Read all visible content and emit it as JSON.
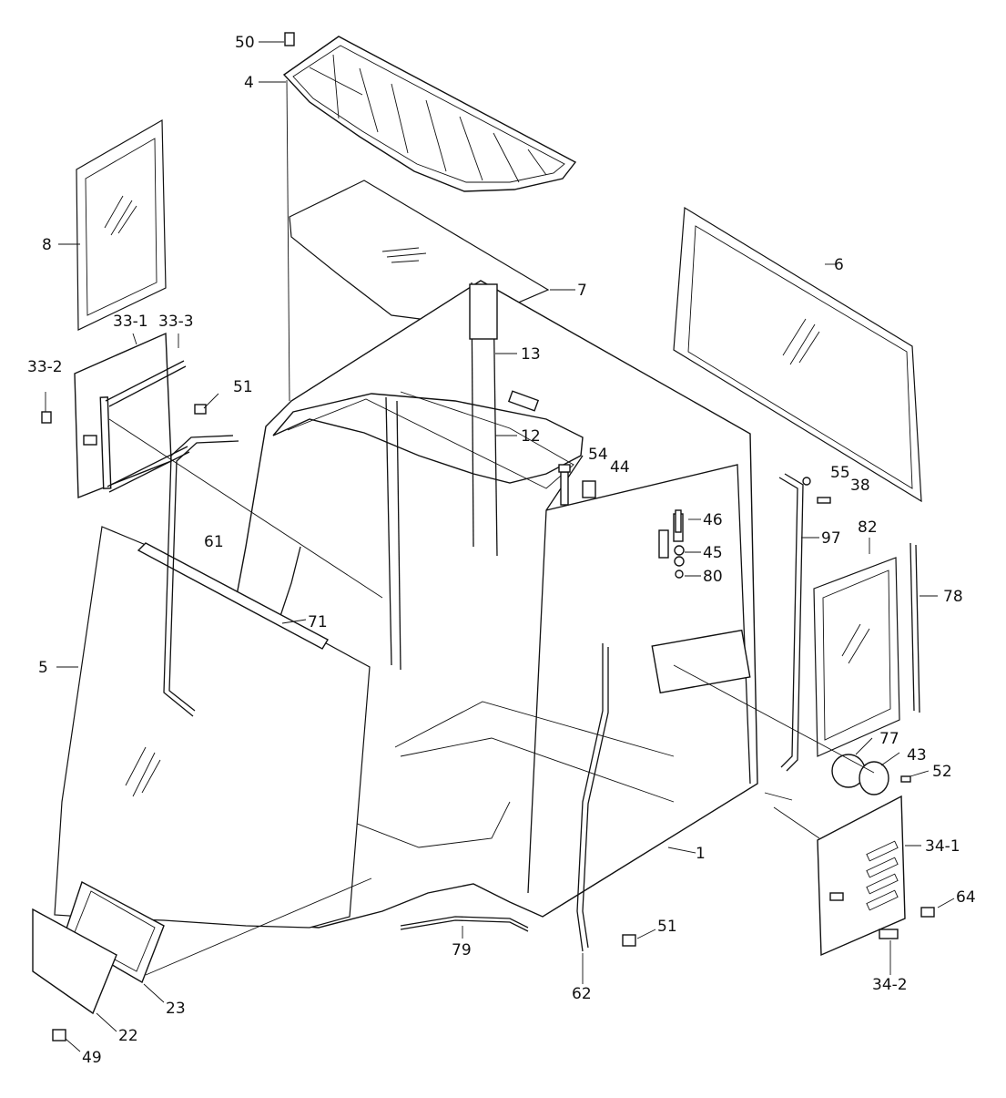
{
  "callouts": {
    "c50": "50",
    "c4": "4",
    "c8": "8",
    "c33_1": "33-1",
    "c33_3": "33-3",
    "c33_2": "33-2",
    "c51a": "51",
    "c7": "7",
    "c13": "13",
    "c12": "12",
    "c54": "54",
    "c44": "44",
    "c6": "6",
    "c55": "55",
    "c38": "38",
    "c46": "46",
    "c45": "45",
    "c80": "80",
    "c97": "97",
    "c82": "82",
    "c78": "78",
    "c61": "61",
    "c71": "71",
    "c5": "5",
    "c77": "77",
    "c43": "43",
    "c52": "52",
    "c1": "1",
    "c34_1": "34-1",
    "c64": "64",
    "c51b": "51",
    "c79": "79",
    "c62": "62",
    "c34_2": "34-2",
    "c23": "23",
    "c22": "22",
    "c49": "49"
  }
}
